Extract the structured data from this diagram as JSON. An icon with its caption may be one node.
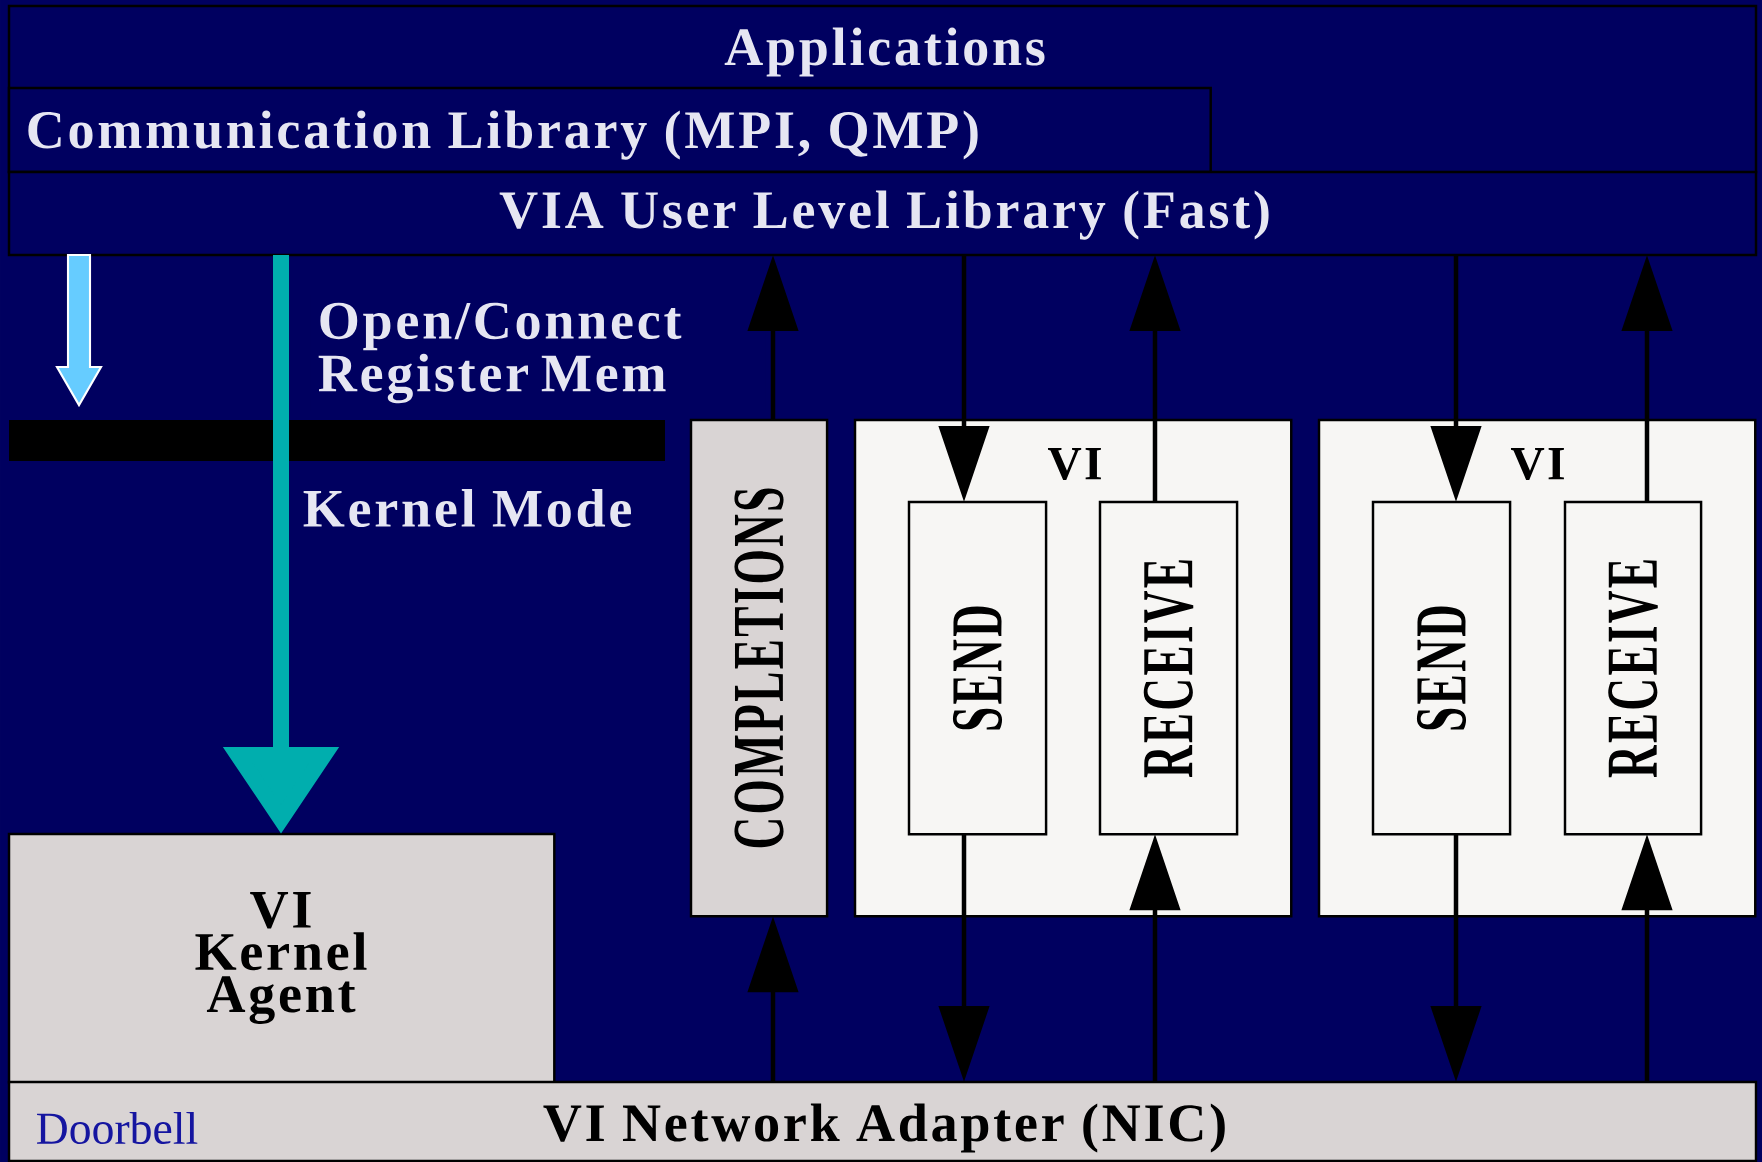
{
  "diagram": {
    "nodes": [
      {
        "text": [
          "Applications"
        ]
      },
      {
        "text": [
          "Communication Library (MPI, QMP)"
        ],
        "in": 0
      },
      {
        "text": [
          "VIA User Level Library (Fast)"
        ]
      },
      {
        "text": [
          "COMPLETIONS"
        ]
      },
      {
        "text": [
          "VI"
        ]
      },
      {
        "text": [
          "SEND"
        ],
        "in": 4
      },
      {
        "text": [
          "RECEIVE"
        ],
        "in": 4
      },
      {
        "text": [
          "VI"
        ]
      },
      {
        "text": [
          "SEND"
        ],
        "in": 7
      },
      {
        "text": [
          "RECEIVE"
        ],
        "in": 7
      },
      {
        "text": [
          "VI Kernel Agent"
        ]
      },
      {
        "text": [
          "Doorbell",
          "VI Network Adapter (NIC)"
        ]
      }
    ],
    "edges": [
      {
        "from": 2,
        "to": 10,
        "arrow": "to",
        "label": "Open/Connect Register Mem",
        "style": "thick",
        "color": "#00aeae"
      },
      {
        "from": 2,
        "to": null,
        "arrow": "to",
        "style": "thick",
        "color": "#66ccff"
      },
      {
        "from": 3,
        "to": 2,
        "arrow": "to"
      },
      {
        "from": 11,
        "to": 3,
        "arrow": "to"
      },
      {
        "from": 2,
        "to": 5,
        "arrow": "to"
      },
      {
        "from": 5,
        "to": 11,
        "arrow": "to"
      },
      {
        "from": 6,
        "to": 2,
        "arrow": "to"
      },
      {
        "from": 11,
        "to": 6,
        "arrow": "to"
      },
      {
        "from": 2,
        "to": 8,
        "arrow": "to"
      },
      {
        "from": 8,
        "to": 11,
        "arrow": "to"
      },
      {
        "from": 9,
        "to": 2,
        "arrow": "to"
      },
      {
        "from": 11,
        "to": 9,
        "arrow": "to"
      }
    ],
    "labels": [
      "Kernel Mode"
    ]
  }
}
